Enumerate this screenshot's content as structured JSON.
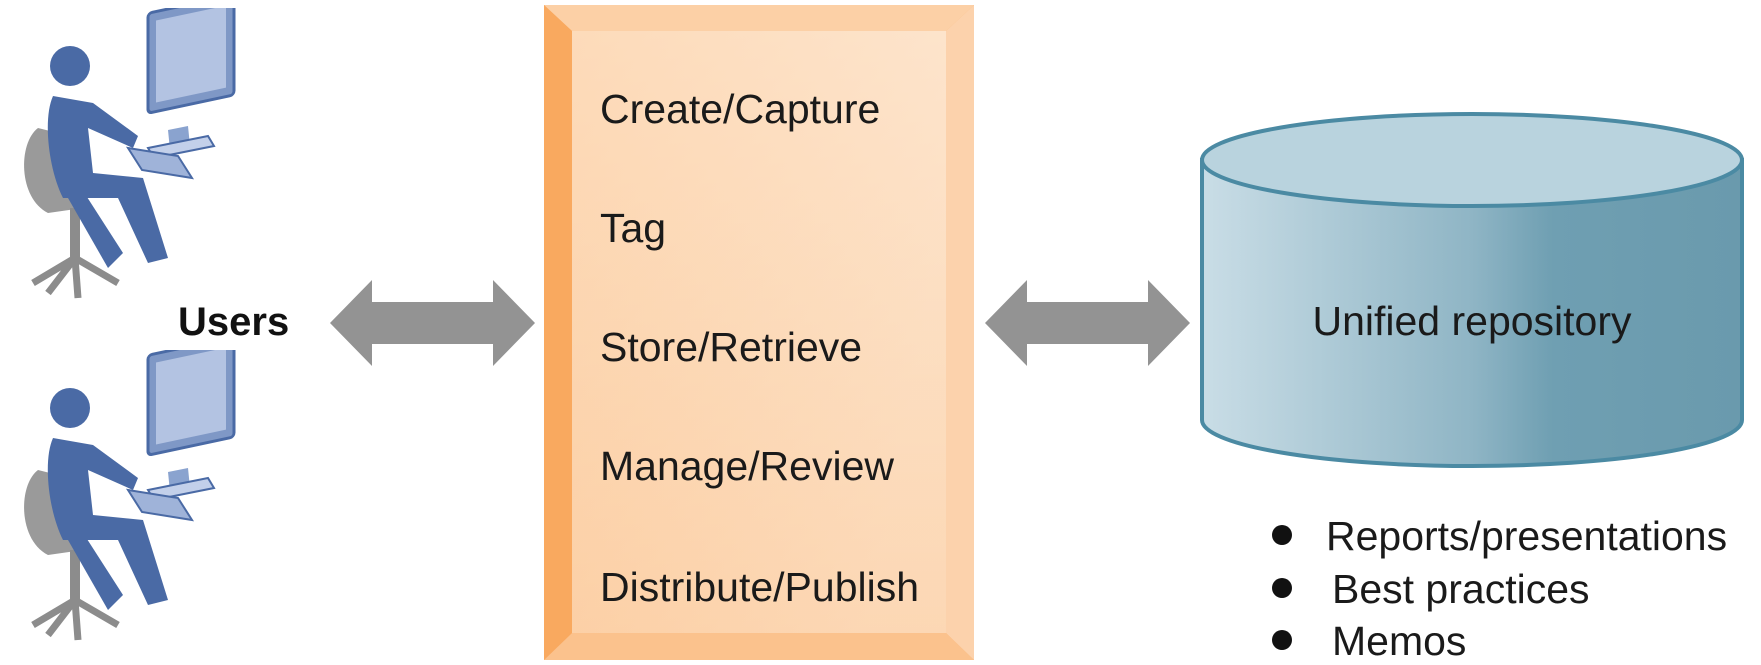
{
  "users": {
    "label": "Users",
    "figures": [
      {
        "icon": "user-at-computer-icon"
      },
      {
        "icon": "user-at-computer-icon"
      }
    ]
  },
  "process": {
    "steps": [
      "Create/Capture",
      "Tag",
      "Store/Retrieve",
      "Manage/Review",
      "Distribute/Publish"
    ]
  },
  "repository": {
    "label": "Unified repository",
    "icon": "database-cylinder-icon",
    "contents": [
      "Reports/presentations",
      "Best practices",
      "Memos"
    ]
  },
  "colors": {
    "figure_blue": "#4a6aa5",
    "chair_gray": "#8c8c8c",
    "arrow_gray": "#939393",
    "process_orange": "#fbb574",
    "process_light": "#fde3c8",
    "repo_blue": "#6a9db0",
    "repo_light": "#c5dce6"
  }
}
